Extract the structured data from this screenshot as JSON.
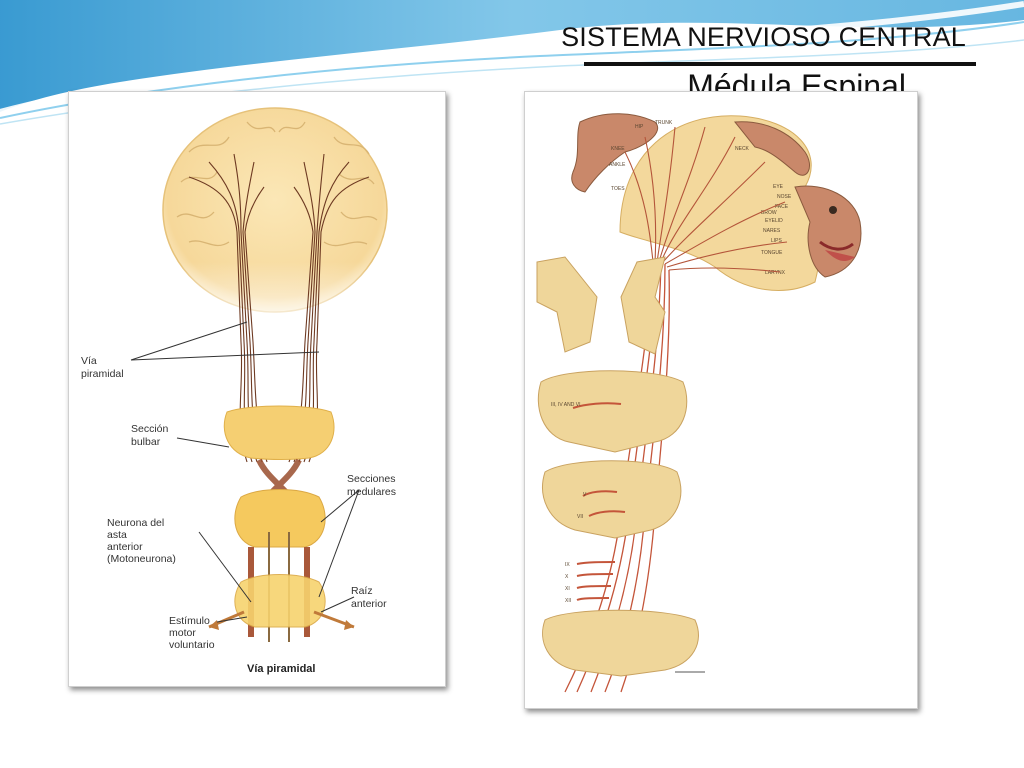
{
  "slide": {
    "title": "SISTEMA NERVIOSO CENTRAL",
    "subtitle": "Médula Espinal"
  },
  "left_figure": {
    "caption": "Vía piramidal",
    "labels": {
      "via_piramidal": [
        "Vía",
        "piramidal"
      ],
      "seccion_bulbar": [
        "Sección",
        "bulbar"
      ],
      "secciones_medulares": [
        "Secciones",
        "medulares"
      ],
      "neurona": [
        "Neurona del",
        "asta",
        "anterior",
        "(Motoneurona)"
      ],
      "raiz_anterior": [
        "Raíz",
        "anterior"
      ],
      "estimulo": [
        "Estímulo",
        "motor",
        "voluntario"
      ]
    }
  },
  "right_figure": {
    "homunculus_labels": [
      "KNEE",
      "ANKLE",
      "TOES",
      "HIP",
      "TRUNK",
      "NECK",
      "EYE",
      "NOSE",
      "FACE",
      "LIPS",
      "BROW",
      "EYELID",
      "NARES",
      "TONGUE",
      "LARYNX"
    ],
    "level_labels": [
      "III, IV AND VI",
      "V",
      "VII",
      "IX",
      "X",
      "XI",
      "XII"
    ]
  },
  "colors": {
    "accent_blue": "#4aa8d8",
    "tissue_yellow": "#f2d48a",
    "fiber_brown": "#8a4a2a",
    "fiber_red": "#c4553a"
  }
}
